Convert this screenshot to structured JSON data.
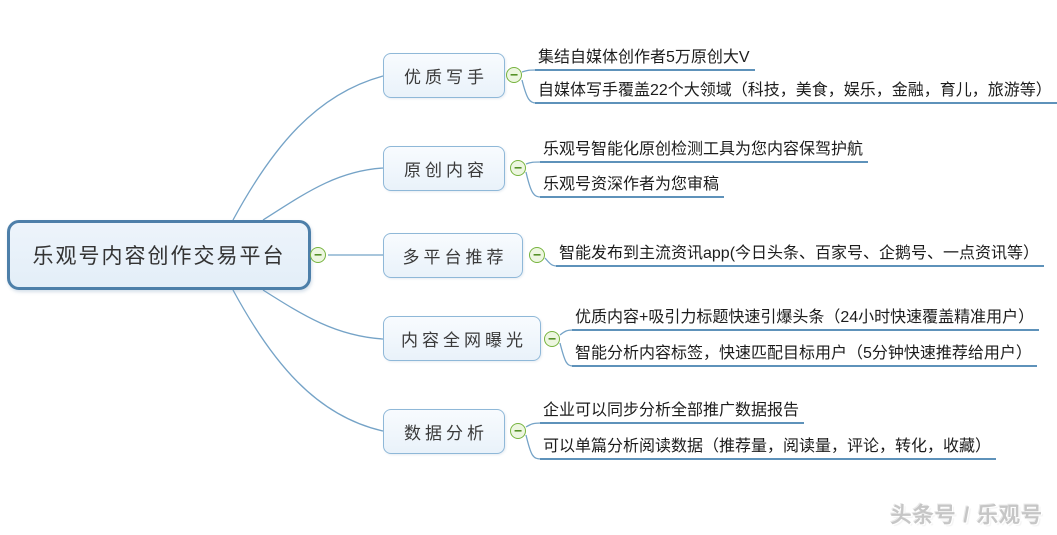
{
  "root": {
    "label": "乐观号内容创作交易平台"
  },
  "branches": [
    {
      "label": "优质写手",
      "leaves": [
        "集结自媒体创作者5万原创大V",
        "自媒体写手覆盖22个大领域（科技，美食，娱乐，金融，育儿，旅游等）"
      ]
    },
    {
      "label": "原创内容",
      "leaves": [
        "乐观号智能化原创检测工具为您内容保驾护航",
        "乐观号资深作者为您审稿"
      ]
    },
    {
      "label": "多平台推荐",
      "leaves": [
        "智能发布到主流资讯app(今日头条、百家号、企鹅号、一点资讯等）"
      ]
    },
    {
      "label": "内容全网曝光",
      "leaves": [
        "优质内容+吸引力标题快速引爆头条（24小时快速覆盖精准用户）",
        "智能分析内容标签，快速匹配目标用户（5分钟快速推荐给用户）"
      ]
    },
    {
      "label": "数据分析",
      "leaves": [
        "企业可以同步分析全部推广数据报告",
        "可以单篇分析阅读数据（推荐量，阅读量，评论，转化，收藏）"
      ]
    }
  ],
  "watermark": {
    "text": "头条号 / 乐观号"
  },
  "icons": {
    "collapse_minus": "−"
  },
  "colors": {
    "root_border": "#4d7fa9",
    "root_fill": "#e8f1f9",
    "branch_border": "#8fb8d8",
    "branch_fill": "#f3f8fc",
    "connector_line": "#75a3c7",
    "leaf_underline": "#5e92ba",
    "collapse_green": "#77b43f",
    "text": "#333333",
    "watermark_gray": "#c6c6c6"
  }
}
